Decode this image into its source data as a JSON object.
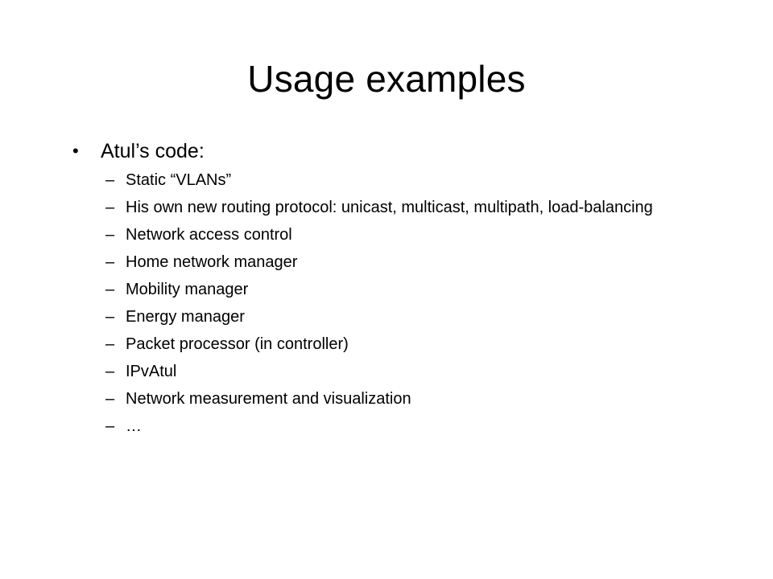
{
  "slide": {
    "title": "Usage examples",
    "bullet": {
      "marker": "•",
      "text": "Atul’s code:"
    },
    "sub_marker": "–",
    "sub_items": [
      "Static “VLANs”",
      "His own new routing protocol: unicast, multicast, multipath, load-balancing",
      "Network access control",
      "Home network manager",
      "Mobility manager",
      "Energy manager",
      "Packet processor (in controller)",
      "IPvAtul",
      "Network measurement and visualization",
      "…"
    ]
  }
}
